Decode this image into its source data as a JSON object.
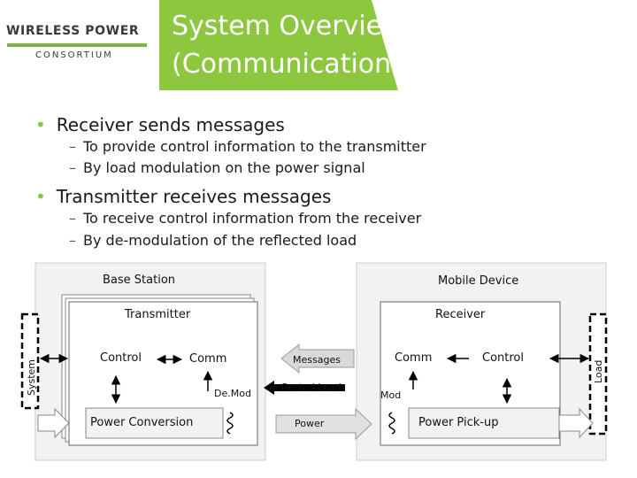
{
  "header": {
    "logo_line1": "WIRELESS POWER",
    "logo_line2": "CONSORTIUM",
    "title_line1": "System Overview",
    "title_line2": "(Communication)"
  },
  "bullets": [
    {
      "text": "Receiver sends messages",
      "subs": [
        "To provide control information to the transmitter",
        "By load modulation on the power signal"
      ]
    },
    {
      "text": "Transmitter receives messages",
      "subs": [
        "To receive control information from the receiver",
        "By de-modulation of the reflected load"
      ]
    }
  ],
  "diagram": {
    "base_station": "Base Station",
    "mobile_device": "Mobile Device",
    "transmitter": "Transmitter",
    "receiver": "Receiver",
    "system": "System",
    "load": "Load",
    "tx_control": "Control",
    "tx_comm": "Comm",
    "demod": "De.Mod",
    "power_conversion": "Power Conversion",
    "messages": "Messages",
    "reflected_load": "Reflected Load",
    "power": "Power",
    "rx_comm": "Comm",
    "rx_control": "Control",
    "mod": "Mod",
    "power_pickup": "Power Pick-up"
  },
  "colors": {
    "header_green": "#8dc63f",
    "panel_grey": "#f2f2f2",
    "arrow_grey": "#d9d9d9"
  }
}
